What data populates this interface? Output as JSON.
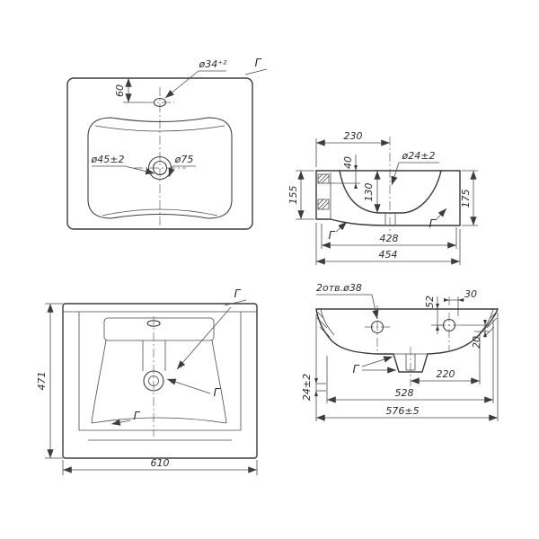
{
  "views": {
    "plan": {
      "dim_faucet": "ø34⁺²",
      "label_view": "Г",
      "dim_60": "60",
      "dim_45": "ø45±2",
      "dim_75": "ø75"
    },
    "side": {
      "dim_230": "230",
      "dim_40": "40",
      "dim_24": "ø24±2",
      "dim_155": "155",
      "dim_130": "130",
      "dim_175": "175",
      "dim_428": "428",
      "dim_454": "454",
      "label_left": "Г",
      "label_right": "Г"
    },
    "front": {
      "dim_471": "471",
      "dim_610": "610",
      "label_top": "Г",
      "label_mid": "Г",
      "label_bottom": "Г"
    },
    "fsec": {
      "label_holes": "2отв.ø38",
      "dim_52": "52",
      "dim_30": "30",
      "dim_20": "20",
      "dim_220": "220",
      "dim_528": "528",
      "dim_24": "24±2",
      "dim_576": "576±5",
      "label_detail": "Г"
    }
  }
}
